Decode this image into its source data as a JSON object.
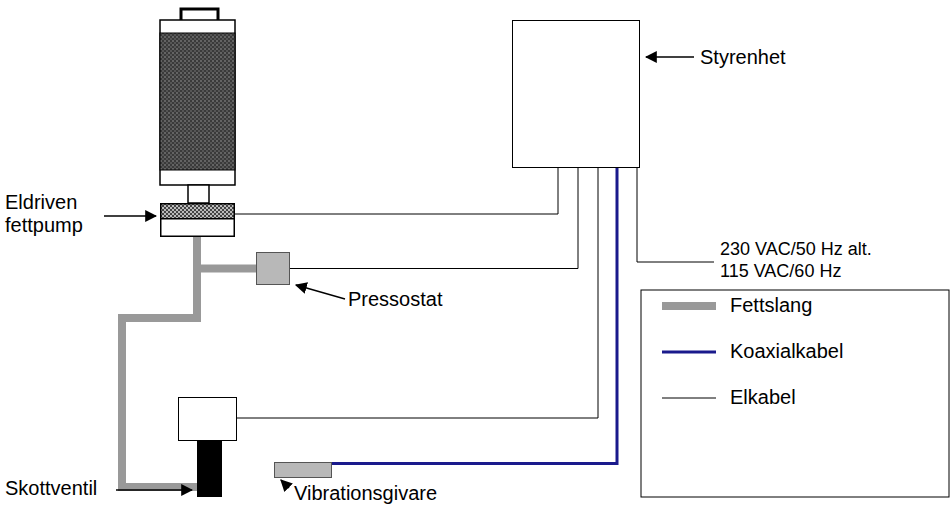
{
  "diagram": {
    "nodes": [
      {
        "text": [
          "Eldriven fettpump"
        ]
      },
      {
        "text": [
          "Styrenhet"
        ]
      },
      {
        "text": [
          "Pressostat"
        ]
      },
      {
        "text": [
          "Skottventil"
        ]
      },
      {
        "text": [
          "Vibrationsgivare"
        ]
      }
    ],
    "edges": [
      {
        "from": 0,
        "to": 1,
        "arrow": "none"
      },
      {
        "from": 2,
        "to": 1,
        "arrow": "none"
      },
      {
        "from": 3,
        "to": 1,
        "arrow": "none"
      },
      {
        "from": 4,
        "to": 1,
        "arrow": "none"
      },
      {
        "from": 0,
        "to": 2,
        "arrow": "none"
      },
      {
        "from": 0,
        "to": 3,
        "arrow": "none"
      }
    ],
    "labels": [
      "230 VAC/50 Hz alt. 115 VAC/60 Hz"
    ],
    "legend": [
      {
        "text": "Fettslang"
      },
      {
        "text": "Koaxialkabel"
      },
      {
        "text": "Elkabel"
      }
    ]
  }
}
